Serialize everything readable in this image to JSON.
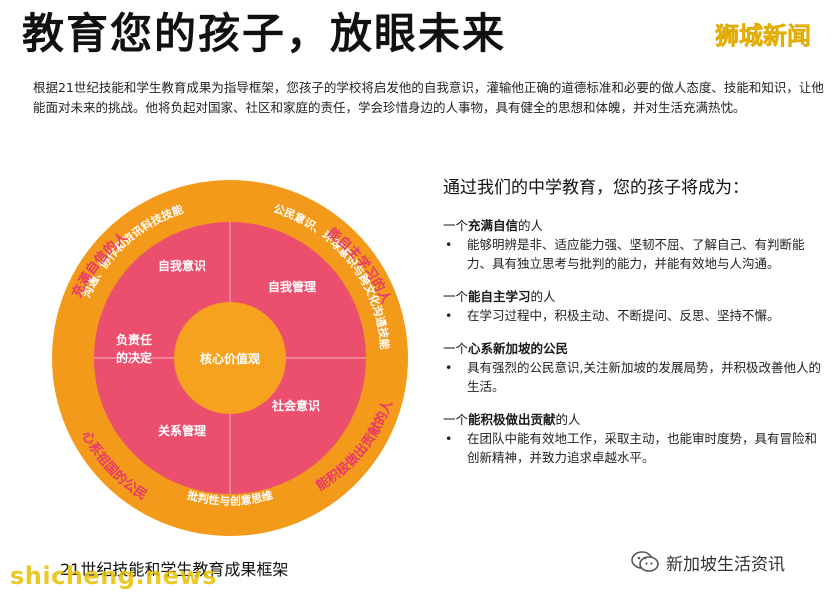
{
  "header": {
    "title": "教育您的孩子，放眼未来",
    "brand": "狮城新闻"
  },
  "intro": "根据21世纪技能和学生教育成果为指导框架，您孩子的学校将启发他的自我意识，灌输他正确的道德标准和必要的做人态度、技能和知识，让他能面对未来的挑战。他将负起对国家、社区和家庭的责任，学会珍惜身边的人事物，具有健全的思想和体魄，并对生活充满热忱。",
  "wheel": {
    "core": "核心价值观",
    "inner": [
      "自我意识",
      "自我管理",
      "社会意识",
      "关系管理",
      "负责任",
      "的决定"
    ],
    "middle": [
      "沟通、协作和资讯科技技能",
      "公民意识、环球意识与跨文化沟通技能",
      "批判性与创意思维"
    ],
    "outer": [
      "充满自信的人",
      "能自主学习的人",
      "能积极做出贡献的人",
      "心系祖国的公民"
    ],
    "colors": {
      "outer": "#f39a1b",
      "inner": "#ec4f6e",
      "core": "#f6a21e",
      "outer_text": "#e8396a"
    }
  },
  "outcomes": {
    "title": "通过我们的中学教育，您的孩子将成为：",
    "bullet": "•",
    "items": [
      {
        "prefix": "一个",
        "bold": "充满自信",
        "suffix": "的人",
        "desc": "能够明辨是非、适应能力强、坚韧不屈、了解自己、有判断能力、具有独立思考与批判的能力，并能有效地与人沟通。"
      },
      {
        "prefix": "一个",
        "bold": "能自主学习",
        "suffix": "的人",
        "desc": "在学习过程中，积极主动、不断提问、反思、坚持不懈。"
      },
      {
        "prefix": "一个",
        "bold": "心系新加坡的公民",
        "suffix": "",
        "desc": "具有强烈的公民意识,关注新加坡的发展局势，并积极改善他人的生活。"
      },
      {
        "prefix": "一个",
        "bold": "能积极做出贡献",
        "suffix": "的人",
        "desc": "在团队中能有效地工作，采取主动，也能审时度势，具有冒险和创新精神，并致力追求卓越水平。"
      }
    ]
  },
  "caption": "21世纪技能和学生教育成果框架",
  "watermark": "shicheng.news",
  "wechat_account": "新加坡生活资讯"
}
